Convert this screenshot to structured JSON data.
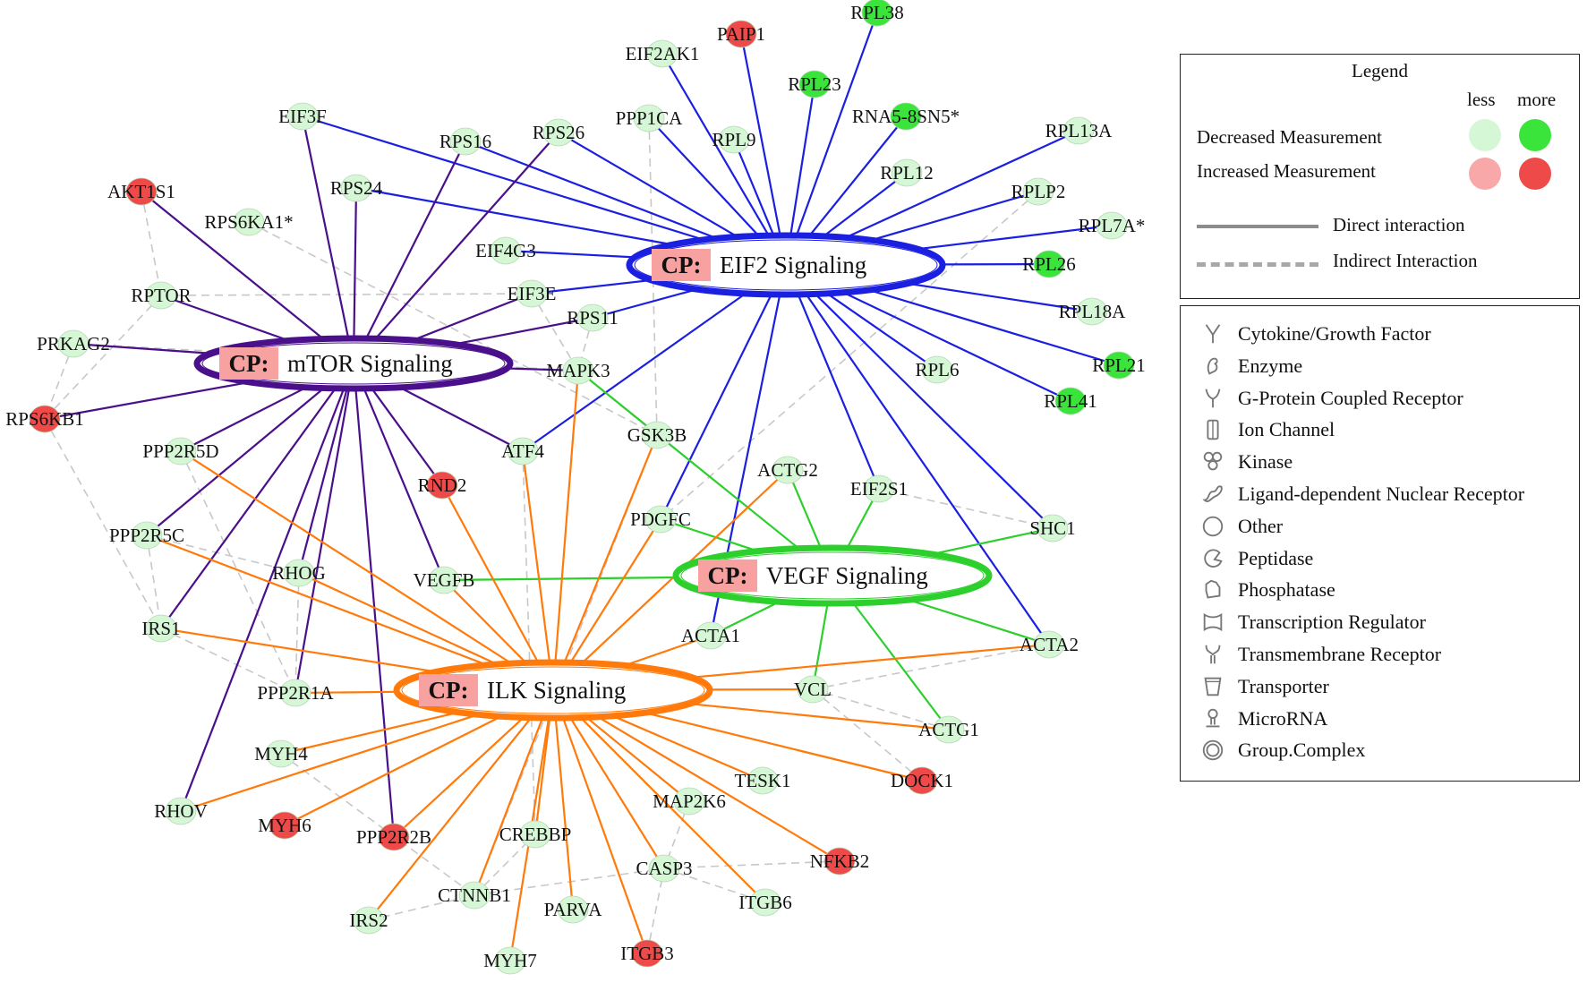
{
  "colors": {
    "eif2": "#1a1fe0",
    "mtor": "#4a0f8a",
    "vegf": "#2ccf2c",
    "ilk": "#ff7a0a",
    "indirect": "#c8c8c8",
    "less_down": "#d6f7d6",
    "more_down": "#3be43b",
    "less_up": "#f8a8a8",
    "more_up": "#ee4a4a",
    "cp_box": "#f7a1a1"
  },
  "hubs": [
    {
      "id": "eif2",
      "cp": "CP:",
      "label": "EIF2 Signaling"
    },
    {
      "id": "mtor",
      "cp": "CP:",
      "label": "mTOR Signaling"
    },
    {
      "id": "vegf",
      "cp": "CP:",
      "label": "VEGF Signaling"
    },
    {
      "id": "ilk",
      "cp": "CP:",
      "label": "ILK Signaling"
    }
  ],
  "nodes": [
    {
      "id": "RPL38",
      "label": "RPL38",
      "fill": "more_down"
    },
    {
      "id": "PAIP1",
      "label": "PAIP1",
      "fill": "more_up"
    },
    {
      "id": "EIF2AK1",
      "label": "EIF2AK1",
      "fill": "less_down"
    },
    {
      "id": "RPL23",
      "label": "RPL23",
      "fill": "more_down"
    },
    {
      "id": "RNA5",
      "label": "RNA5-8SN5*",
      "fill": "more_down"
    },
    {
      "id": "PPP1CA",
      "label": "PPP1CA",
      "fill": "less_down"
    },
    {
      "id": "RPL9",
      "label": "RPL9",
      "fill": "less_down"
    },
    {
      "id": "RPS26",
      "label": "RPS26",
      "fill": "less_down"
    },
    {
      "id": "RPS16",
      "label": "RPS16",
      "fill": "less_down"
    },
    {
      "id": "EIF3F",
      "label": "EIF3F",
      "fill": "less_down"
    },
    {
      "id": "RPL13A",
      "label": "RPL13A",
      "fill": "less_down"
    },
    {
      "id": "RPL12",
      "label": "RPL12",
      "fill": "less_down"
    },
    {
      "id": "RPLP2",
      "label": "RPLP2",
      "fill": "less_down"
    },
    {
      "id": "RPL7A",
      "label": "RPL7A*",
      "fill": "less_down"
    },
    {
      "id": "RPL26",
      "label": "RPL26",
      "fill": "more_down"
    },
    {
      "id": "RPL18A",
      "label": "RPL18A",
      "fill": "less_down"
    },
    {
      "id": "RPL21",
      "label": "RPL21",
      "fill": "more_down"
    },
    {
      "id": "RPL41",
      "label": "RPL41",
      "fill": "more_down"
    },
    {
      "id": "RPL6",
      "label": "RPL6",
      "fill": "less_down"
    },
    {
      "id": "AKT1S1",
      "label": "AKT1S1",
      "fill": "more_up"
    },
    {
      "id": "RPS6KA1",
      "label": "RPS6KA1*",
      "fill": "less_down"
    },
    {
      "id": "RPS24",
      "label": "RPS24",
      "fill": "less_down"
    },
    {
      "id": "EIF4G3",
      "label": "EIF4G3",
      "fill": "less_down"
    },
    {
      "id": "EIF3E",
      "label": "EIF3E",
      "fill": "less_down"
    },
    {
      "id": "RPTOR",
      "label": "RPTOR",
      "fill": "less_down"
    },
    {
      "id": "RPS11",
      "label": "RPS11",
      "fill": "less_down"
    },
    {
      "id": "PRKAG2",
      "label": "PRKAG2",
      "fill": "less_down"
    },
    {
      "id": "MAPK3",
      "label": "MAPK3",
      "fill": "less_down"
    },
    {
      "id": "RPS6KB1",
      "label": "RPS6KB1",
      "fill": "more_up"
    },
    {
      "id": "PPP2R5D",
      "label": "PPP2R5D",
      "fill": "less_down"
    },
    {
      "id": "ATF4",
      "label": "ATF4",
      "fill": "less_down"
    },
    {
      "id": "GSK3B",
      "label": "GSK3B",
      "fill": "less_down"
    },
    {
      "id": "RND2",
      "label": "RND2",
      "fill": "more_up"
    },
    {
      "id": "ACTG2",
      "label": "ACTG2",
      "fill": "less_down"
    },
    {
      "id": "EIF2S1",
      "label": "EIF2S1",
      "fill": "less_down"
    },
    {
      "id": "PDGFC",
      "label": "PDGFC",
      "fill": "less_down"
    },
    {
      "id": "SHC1",
      "label": "SHC1",
      "fill": "less_down"
    },
    {
      "id": "PPP2R5C",
      "label": "PPP2R5C",
      "fill": "less_down"
    },
    {
      "id": "RHOG",
      "label": "RHOG",
      "fill": "less_down"
    },
    {
      "id": "VEGFB",
      "label": "VEGFB",
      "fill": "less_down"
    },
    {
      "id": "IRS1",
      "label": "IRS1",
      "fill": "less_down"
    },
    {
      "id": "ACTA1",
      "label": "ACTA1",
      "fill": "less_down"
    },
    {
      "id": "ACTA2",
      "label": "ACTA2",
      "fill": "less_down"
    },
    {
      "id": "VCL",
      "label": "VCL",
      "fill": "less_down"
    },
    {
      "id": "PPP2R1A",
      "label": "PPP2R1A",
      "fill": "less_down"
    },
    {
      "id": "ACTG1",
      "label": "ACTG1",
      "fill": "less_down"
    },
    {
      "id": "MYH4",
      "label": "MYH4",
      "fill": "less_down"
    },
    {
      "id": "TESK1",
      "label": "TESK1",
      "fill": "less_down"
    },
    {
      "id": "DOCK1",
      "label": "DOCK1",
      "fill": "more_up"
    },
    {
      "id": "RHOV",
      "label": "RHOV",
      "fill": "less_down"
    },
    {
      "id": "MYH6",
      "label": "MYH6",
      "fill": "more_up"
    },
    {
      "id": "MAP2K6",
      "label": "MAP2K6",
      "fill": "less_down"
    },
    {
      "id": "PPP2R2B",
      "label": "PPP2R2B",
      "fill": "more_up"
    },
    {
      "id": "CREBBP",
      "label": "CREBBP",
      "fill": "less_down"
    },
    {
      "id": "NFKB2",
      "label": "NFKB2",
      "fill": "more_up"
    },
    {
      "id": "CASP3",
      "label": "CASP3",
      "fill": "less_down"
    },
    {
      "id": "CTNNB1",
      "label": "CTNNB1",
      "fill": "less_down"
    },
    {
      "id": "ITGB6",
      "label": "ITGB6",
      "fill": "less_down"
    },
    {
      "id": "IRS2",
      "label": "IRS2",
      "fill": "less_down"
    },
    {
      "id": "PARVA",
      "label": "PARVA",
      "fill": "less_down"
    },
    {
      "id": "MYH7",
      "label": "MYH7",
      "fill": "less_down"
    },
    {
      "id": "ITGB3",
      "label": "ITGB3",
      "fill": "more_up"
    }
  ],
  "edges": [
    {
      "hub": "eif2",
      "targets": [
        "RPL38",
        "PAIP1",
        "EIF2AK1",
        "RPL23",
        "RNA5",
        "PPP1CA",
        "RPL9",
        "RPS26",
        "RPS16",
        "EIF3F",
        "RPL13A",
        "RPL12",
        "RPLP2",
        "RPL7A",
        "RPL26",
        "RPL18A",
        "RPL21",
        "RPL41",
        "RPL6",
        "RPS24",
        "EIF4G3",
        "EIF3E",
        "RPS11",
        "ATF4",
        "EIF2S1",
        "SHC1",
        "ACTA2",
        "PDGFC",
        "ACTA1"
      ]
    },
    {
      "hub": "mtor",
      "targets": [
        "EIF3F",
        "RPS24",
        "RPS16",
        "RPS26",
        "AKT1S1",
        "RPTOR",
        "PRKAG2",
        "RPS6KB1",
        "PPP2R5D",
        "PPP2R5C",
        "IRS1",
        "RHOG",
        "PPP2R1A",
        "RHOV",
        "PPP2R2B",
        "RND2",
        "VEGFB",
        "ATF4",
        "RPS11",
        "MAPK3",
        "EIF3E"
      ]
    },
    {
      "hub": "vegf",
      "targets": [
        "VEGFB",
        "PDGFC",
        "ACTG2",
        "EIF2S1",
        "SHC1",
        "ACTA1",
        "ACTA2",
        "ACTG1",
        "VCL",
        "MAPK3"
      ]
    },
    {
      "hub": "ilk",
      "targets": [
        "PPP2R5D",
        "PPP2R5C",
        "IRS1",
        "RHOG",
        "VEGFB",
        "RND2",
        "ATF4",
        "GSK3B",
        "MAPK3",
        "PDGFC",
        "ACTG2",
        "ACTA1",
        "ACTA2",
        "VCL",
        "ACTG1",
        "DOCK1",
        "NFKB2",
        "TESK1",
        "MAP2K6",
        "ITGB6",
        "CASP3",
        "ITGB3",
        "PARVA",
        "CREBBP",
        "CTNNB1",
        "MYH7",
        "IRS2",
        "PPP2R2B",
        "MYH6",
        "RHOV",
        "MYH4",
        "PPP2R1A"
      ]
    }
  ],
  "indirect_edges": [
    [
      "AKT1S1",
      "RPTOR"
    ],
    [
      "RPTOR",
      "RPS6KB1"
    ],
    [
      "PRKAG2",
      "RPS6KB1"
    ],
    [
      "RPS6KB1",
      "IRS1"
    ],
    [
      "PPP2R5C",
      "IRS1"
    ],
    [
      "PPP2R5D",
      "PPP2R1A"
    ],
    [
      "RHOG",
      "PPP2R1A"
    ],
    [
      "IRS1",
      "PPP2R1A"
    ],
    [
      "MAPK3",
      "GSK3B"
    ],
    [
      "RPS11",
      "MAPK3"
    ],
    [
      "EIF3E",
      "MAPK3"
    ],
    [
      "GSK3B",
      "CTNNB1"
    ],
    [
      "CTNNB1",
      "CREBBP"
    ],
    [
      "CTNNB1",
      "CASP3"
    ],
    [
      "MAP2K6",
      "CASP3"
    ],
    [
      "CASP3",
      "ITGB6"
    ],
    [
      "ACTG1",
      "VCL"
    ],
    [
      "VCL",
      "ACTA2"
    ],
    [
      "SHC1",
      "EIF2S1"
    ],
    [
      "RPLP2",
      "PDGFC"
    ],
    [
      "PPP1CA",
      "GSK3B"
    ],
    [
      "RPS6KA1",
      "GSK3B"
    ],
    [
      "DOCK1",
      "VCL"
    ],
    [
      "NFKB2",
      "CASP3"
    ],
    [
      "IRS2",
      "CTNNB1"
    ],
    [
      "MYH4",
      "CTNNB1"
    ],
    [
      "RPTOR",
      "EIF3E"
    ],
    [
      "PRKAG2",
      "MAPK3"
    ],
    [
      "CREBBP",
      "ATF4"
    ],
    [
      "ITGB3",
      "CASP3"
    ],
    [
      "PPP2R5C",
      "RHOG"
    ]
  ],
  "legend": {
    "title": "Legend",
    "less": "less",
    "more": "more",
    "decreased": "Decreased Measurement",
    "increased": "Increased Measurement",
    "direct": "Direct interaction",
    "indirect": "Indirect Interaction"
  },
  "molecule_types": [
    {
      "icon": "cytokine-icon",
      "label": "Cytokine/Growth Factor"
    },
    {
      "icon": "enzyme-icon",
      "label": "Enzyme"
    },
    {
      "icon": "gpcr-icon",
      "label": "G-Protein Coupled Receptor"
    },
    {
      "icon": "ion-channel-icon",
      "label": "Ion Channel"
    },
    {
      "icon": "kinase-icon",
      "label": "Kinase"
    },
    {
      "icon": "nuclear-receptor-icon",
      "label": "Ligand-dependent Nuclear Receptor"
    },
    {
      "icon": "other-icon",
      "label": "Other"
    },
    {
      "icon": "peptidase-icon",
      "label": "Peptidase"
    },
    {
      "icon": "phosphatase-icon",
      "label": "Phosphatase"
    },
    {
      "icon": "transcription-regulator-icon",
      "label": "Transcription Regulator"
    },
    {
      "icon": "transmembrane-receptor-icon",
      "label": "Transmembrane Receptor"
    },
    {
      "icon": "transporter-icon",
      "label": "Transporter"
    },
    {
      "icon": "microrna-icon",
      "label": "MicroRNA"
    },
    {
      "icon": "group-complex-icon",
      "label": "Group.Complex"
    }
  ]
}
